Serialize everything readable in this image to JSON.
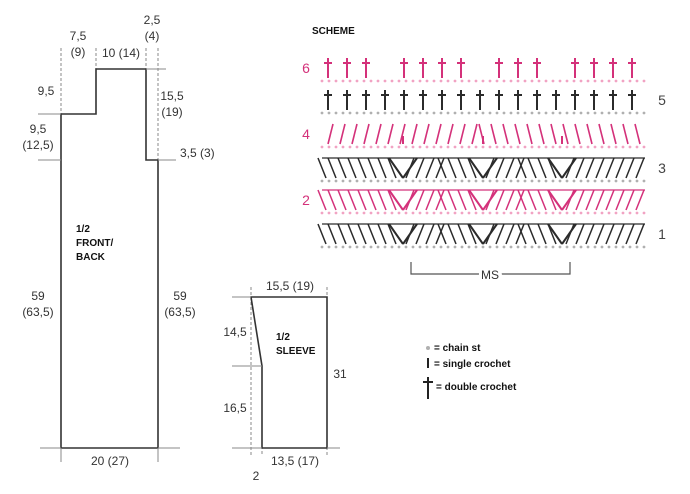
{
  "colors": {
    "outline": "#333333",
    "dimension": "#888888",
    "pink": "#d4317a",
    "dark": "#2b2b2b",
    "chain": "#b0b0b0",
    "chain_pink": "#f1a3c3"
  },
  "body_piece": {
    "label_line1": "1/2",
    "label_line2": "FRONT/",
    "label_line3": "BACK",
    "dims": {
      "top_left_width": "7,5",
      "top_left_width_alt": "(9)",
      "neck_width": "10 (14)",
      "shoulder_width": "2,5",
      "shoulder_width_alt": "(4)",
      "left_shoulder_height": "9,5",
      "armhole_height": "9,5",
      "armhole_height_alt": "(12,5)",
      "right_upper_height": "15,5",
      "right_upper_height_alt": "(19)",
      "armhole_step": "3,5 (3)",
      "left_body_height": "59",
      "left_body_height_alt": "(63,5)",
      "right_body_height": "59",
      "right_body_height_alt": "(63,5)",
      "bottom_width": "20 (27)"
    }
  },
  "sleeve_piece": {
    "label_line1": "1/2",
    "label_line2": "SLEEVE",
    "dims": {
      "top_width": "15,5 (19)",
      "upper_height": "14,5",
      "lower_height": "16,5",
      "total_height": "31",
      "bottom_width": "13,5 (17)",
      "increase": "2"
    }
  },
  "scheme": {
    "title": "SCHEME",
    "rows": [
      {
        "number": "6",
        "side": "left",
        "kind": "dc",
        "color": "pink"
      },
      {
        "number": "5",
        "side": "right",
        "kind": "dc",
        "color": "dark"
      },
      {
        "number": "4",
        "side": "left",
        "kind": "fan",
        "color": "pink"
      },
      {
        "number": "3",
        "side": "right",
        "kind": "v",
        "color": "dark"
      },
      {
        "number": "2",
        "side": "left",
        "kind": "v",
        "color": "pink"
      },
      {
        "number": "1",
        "side": "right",
        "kind": "v",
        "color": "dark"
      }
    ],
    "repeat_label": "MS"
  },
  "legend": [
    {
      "symbol": "chain-dot-icon",
      "text": "= chain st"
    },
    {
      "symbol": "single-crochet-icon",
      "text": "= single crochet"
    },
    {
      "symbol": "double-crochet-icon",
      "text": "= double crochet"
    }
  ]
}
